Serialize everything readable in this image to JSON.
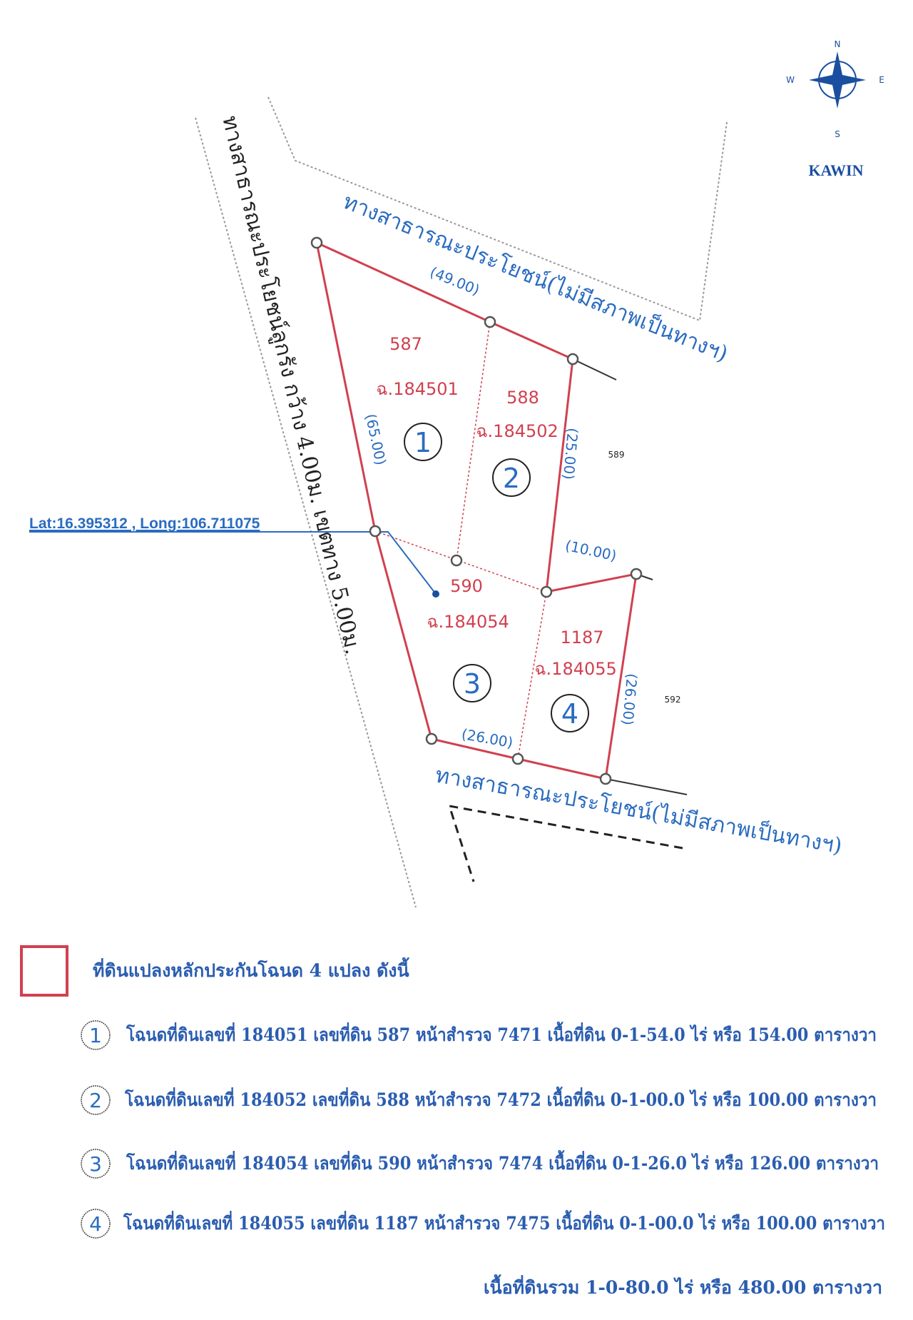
{
  "compass": {
    "n": "N",
    "s": "S",
    "e": "E",
    "w": "W",
    "brand": "KAWIN"
  },
  "roads": {
    "left": "ทางสาธารณะประโยชน์ลูกรัง กว้าง 4.00ม. เขตทาง 5.00ม.",
    "top": "ทางสาธารณะประโยชน์(ไม่มีสภาพเป็นทางฯ)",
    "bottom": "ทางสาธารณะประโยชน์(ไม่มีสภาพเป็นทางฯ)"
  },
  "coordinate_label": "Lat:16.395312 , Long:106.711075",
  "parcels": [
    {
      "no": "1",
      "land_no": "587",
      "deed": "ฉ.184501"
    },
    {
      "no": "2",
      "land_no": "588",
      "deed": "ฉ.184502"
    },
    {
      "no": "3",
      "land_no": "590",
      "deed": "ฉ.184054"
    },
    {
      "no": "4",
      "land_no": "1187",
      "deed": "ฉ.184055"
    }
  ],
  "neighbors": [
    "589",
    "592"
  ],
  "dimensions": {
    "top": "(49.00)",
    "left": "(65.00)",
    "right_upper": "(25.00)",
    "step": "(10.00)",
    "right_lower": "(26.00)",
    "bottom": "(26.00)"
  },
  "legend": {
    "title": "ที่ดินแปลงหลักประกันโฉนด 4 แปลง ดังนี้",
    "rows": [
      {
        "no": "1",
        "text": "โฉนดที่ดินเลขที่ 184051 เลขที่ดิน 587 หน้าสำรวจ 7471 เนื้อที่ดิน 0-1-54.0 ไร่ หรือ 154.00 ตารางวา"
      },
      {
        "no": "2",
        "text": "โฉนดที่ดินเลขที่ 184052 เลขที่ดิน 588 หน้าสำรวจ 7472  เนื้อที่ดิน 0-1-00.0 ไร่ หรือ 100.00 ตารางวา"
      },
      {
        "no": "3",
        "text": "โฉนดที่ดินเลขที่ 184054 เลขที่ดิน 590 หน้าสำรวจ 7474  เนื้อที่ดิน 0-1-26.0 ไร่ หรือ 126.00 ตารางวา"
      },
      {
        "no": "4",
        "text": "โฉนดที่ดินเลขที่ 184055 เลขที่ดิน 1187 หน้าสำรวจ 7475  เนื้อที่ดิน 0-1-00.0 ไร่ หรือ 100.00 ตารางวา"
      }
    ],
    "total": "เนื้อที่ดินรวม  1-0-80.0 ไร่ หรือ 480.00 ตารางวา"
  },
  "colors": {
    "boundary": "#d1404f",
    "label_blue": "#2a6cc0"
  }
}
